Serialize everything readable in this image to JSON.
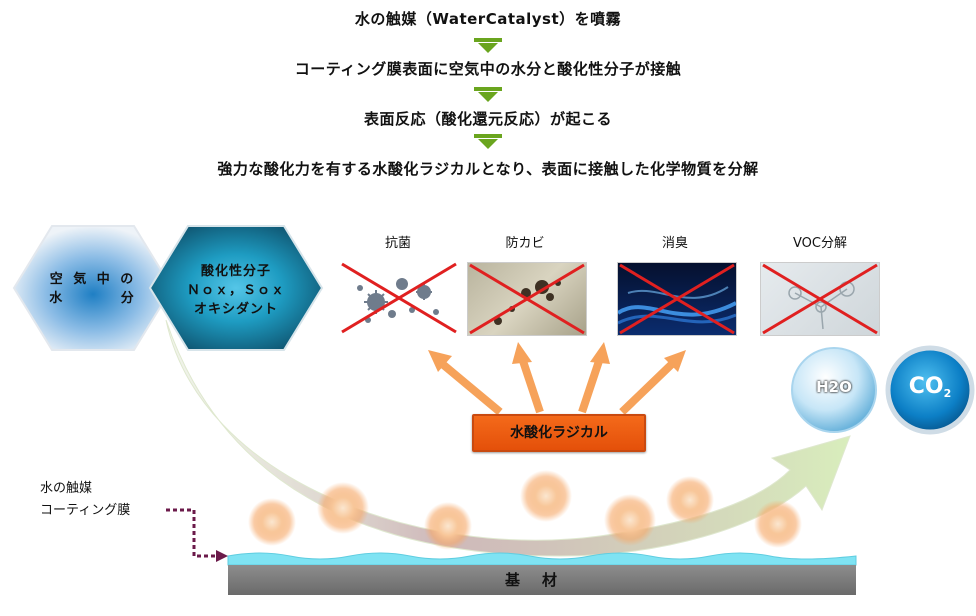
{
  "steps": [
    "水の触媒（WaterCatalyst）を噴霧",
    "コーティング膜表面に空気中の水分と酸化性分子が接触",
    "表面反応（酸化還元反応）が起こる",
    "強力な酸化力を有する水酸化ラジカルとなり、表面に接触した化学物質を分解"
  ],
  "hex_water": {
    "line1": "空 気 中 の",
    "line2": "水　　　 分"
  },
  "hex_oxidant": {
    "line1": "酸化性分子",
    "line2": "Ｎｏｘ，Ｓｏｘ",
    "line3": "オキシダント"
  },
  "effects": [
    {
      "label": "抗菌",
      "icon": "bacteria-icon"
    },
    {
      "label": "防カビ",
      "icon": "mold-icon"
    },
    {
      "label": "消臭",
      "icon": "smoke-icon"
    },
    {
      "label": "VOC分解",
      "icon": "voc-icon"
    }
  ],
  "radical_label": "水酸化ラジカル",
  "products": {
    "h2o": "H2O",
    "co2_main": "CO",
    "co2_sub": "2"
  },
  "coating_label": {
    "line1": "水の触媒",
    "line2": "コーティング膜"
  },
  "base_label": "基材",
  "colors": {
    "step_arrow": "#6aa51e",
    "hex_blue": "#1f7fc4",
    "hex_teal": "#1b6f8a",
    "cross_red": "#e02020",
    "radical_orange": "#f06418",
    "coating_cyan": "#7fe3f3",
    "pointer_arrow": "#6b1a4a"
  }
}
